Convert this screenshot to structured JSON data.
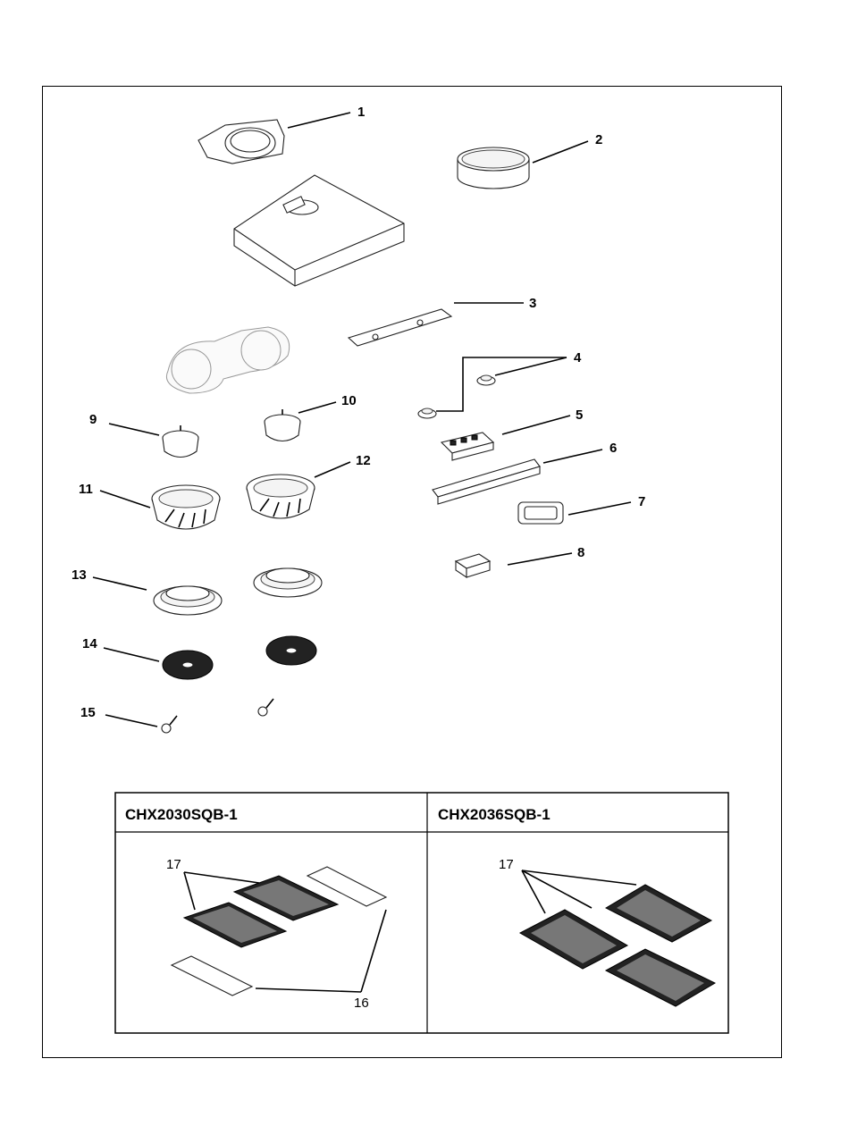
{
  "callouts": [
    "1",
    "2",
    "3",
    "4",
    "5",
    "6",
    "7",
    "8",
    "9",
    "10",
    "11",
    "12",
    "13",
    "14",
    "15"
  ],
  "table": {
    "headers": [
      "CHX2030SQB-1",
      "CHX2036SQB-1"
    ],
    "left_labels": [
      "17",
      "16"
    ],
    "right_labels": [
      "17"
    ]
  }
}
